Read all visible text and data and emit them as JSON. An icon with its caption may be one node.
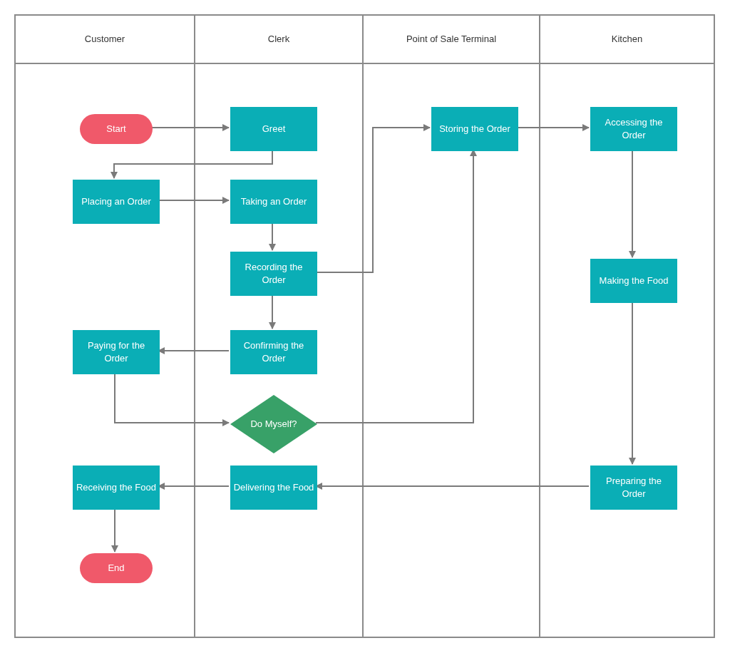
{
  "diagram": {
    "nodes": [
      {
        "text": [
          "Customer"
        ]
      },
      {
        "text": [
          "Clerk"
        ]
      },
      {
        "text": [
          "Point of Sale Terminal"
        ]
      },
      {
        "text": [
          "Kitchen"
        ]
      },
      {
        "text": [
          "Start"
        ],
        "in": 0
      },
      {
        "text": [
          "Placing an Order"
        ],
        "in": 0
      },
      {
        "text": [
          "Paying for the Order"
        ],
        "in": 0
      },
      {
        "text": [
          "Receiving the Food"
        ],
        "in": 0
      },
      {
        "text": [
          "End"
        ],
        "in": 0
      },
      {
        "text": [
          "Greet"
        ],
        "in": 1
      },
      {
        "text": [
          "Taking an Order"
        ],
        "in": 1
      },
      {
        "text": [
          "Recording the Order"
        ],
        "in": 1
      },
      {
        "text": [
          "Confirming the Order"
        ],
        "in": 1
      },
      {
        "text": [
          "Do Myself?"
        ],
        "in": 1
      },
      {
        "text": [
          "Delivering the Food"
        ],
        "in": 1
      },
      {
        "text": [
          "Storing the Order"
        ],
        "in": 2
      },
      {
        "text": [
          "Accessing the Order"
        ],
        "in": 3
      },
      {
        "text": [
          "Making the Food"
        ],
        "in": 3
      },
      {
        "text": [
          "Preparing the Order"
        ],
        "in": 3
      }
    ],
    "edges": [
      {
        "from": 4,
        "to": 9,
        "arrow": "to"
      },
      {
        "from": 9,
        "to": 5,
        "arrow": "to"
      },
      {
        "from": 5,
        "to": 10,
        "arrow": "to"
      },
      {
        "from": 10,
        "to": 11,
        "arrow": "to"
      },
      {
        "from": 11,
        "to": 15,
        "arrow": "to"
      },
      {
        "from": 11,
        "to": 12,
        "arrow": "to"
      },
      {
        "from": 12,
        "to": 6,
        "arrow": "to"
      },
      {
        "from": 6,
        "to": 13,
        "arrow": "to"
      },
      {
        "from": 13,
        "to": 15,
        "arrow": "to"
      },
      {
        "from": 15,
        "to": 16,
        "arrow": "to"
      },
      {
        "from": 16,
        "to": 17,
        "arrow": "to"
      },
      {
        "from": 17,
        "to": 18,
        "arrow": "to"
      },
      {
        "from": 18,
        "to": 14,
        "arrow": "to"
      },
      {
        "from": 14,
        "to": 7,
        "arrow": "to"
      },
      {
        "from": 7,
        "to": 8,
        "arrow": "to"
      }
    ]
  }
}
